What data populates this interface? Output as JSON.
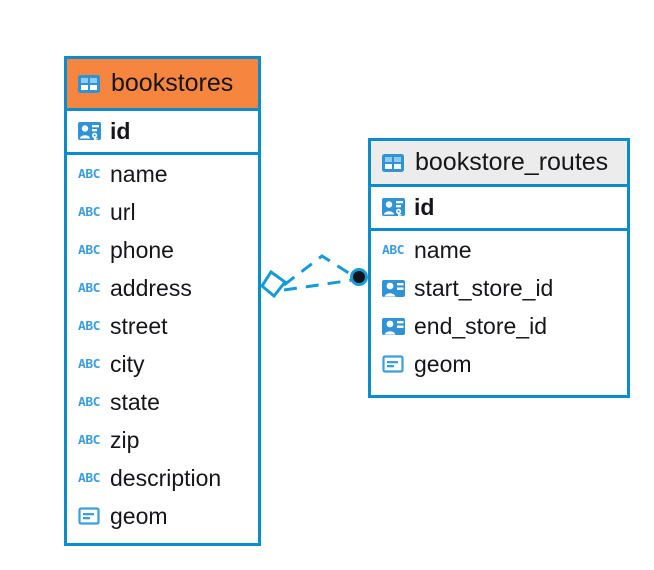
{
  "diagram": {
    "type": "entity-relationship-diagram",
    "background_color": "#ffffff",
    "accent_color": "#0b8ccd",
    "selected_header_color": "#f5853f",
    "unselected_header_color": "#ececec",
    "icon_color": "#3d9ede"
  },
  "tables": [
    {
      "name": "bookstores",
      "selected": true,
      "header_icon": "table-icon",
      "fields": [
        {
          "name": "id",
          "icon": "primary-key-icon",
          "bold": true
        },
        {
          "name": "name",
          "icon": "text-type-icon",
          "bold": false
        },
        {
          "name": "url",
          "icon": "text-type-icon",
          "bold": false
        },
        {
          "name": "phone",
          "icon": "text-type-icon",
          "bold": false
        },
        {
          "name": "address",
          "icon": "text-type-icon",
          "bold": false
        },
        {
          "name": "street",
          "icon": "text-type-icon",
          "bold": false
        },
        {
          "name": "city",
          "icon": "text-type-icon",
          "bold": false
        },
        {
          "name": "state",
          "icon": "text-type-icon",
          "bold": false
        },
        {
          "name": "zip",
          "icon": "text-type-icon",
          "bold": false
        },
        {
          "name": "description",
          "icon": "text-type-icon",
          "bold": false
        },
        {
          "name": "geom",
          "icon": "geometry-icon",
          "bold": false
        }
      ]
    },
    {
      "name": "bookstore_routes",
      "selected": false,
      "header_icon": "table-icon",
      "fields": [
        {
          "name": "id",
          "icon": "primary-key-icon",
          "bold": true
        },
        {
          "name": "name",
          "icon": "text-type-icon",
          "bold": false
        },
        {
          "name": "start_store_id",
          "icon": "foreign-key-icon",
          "bold": false
        },
        {
          "name": "end_store_id",
          "icon": "foreign-key-icon",
          "bold": false
        },
        {
          "name": "geom",
          "icon": "geometry-icon",
          "bold": false
        }
      ]
    }
  ],
  "relationship": {
    "style": "dashed",
    "color": "#159bd7",
    "source_marker": "hollow-diamond",
    "target_marker": "filled-circle",
    "line_count": 2
  },
  "icon_labels": {
    "text_type": "ABC"
  }
}
